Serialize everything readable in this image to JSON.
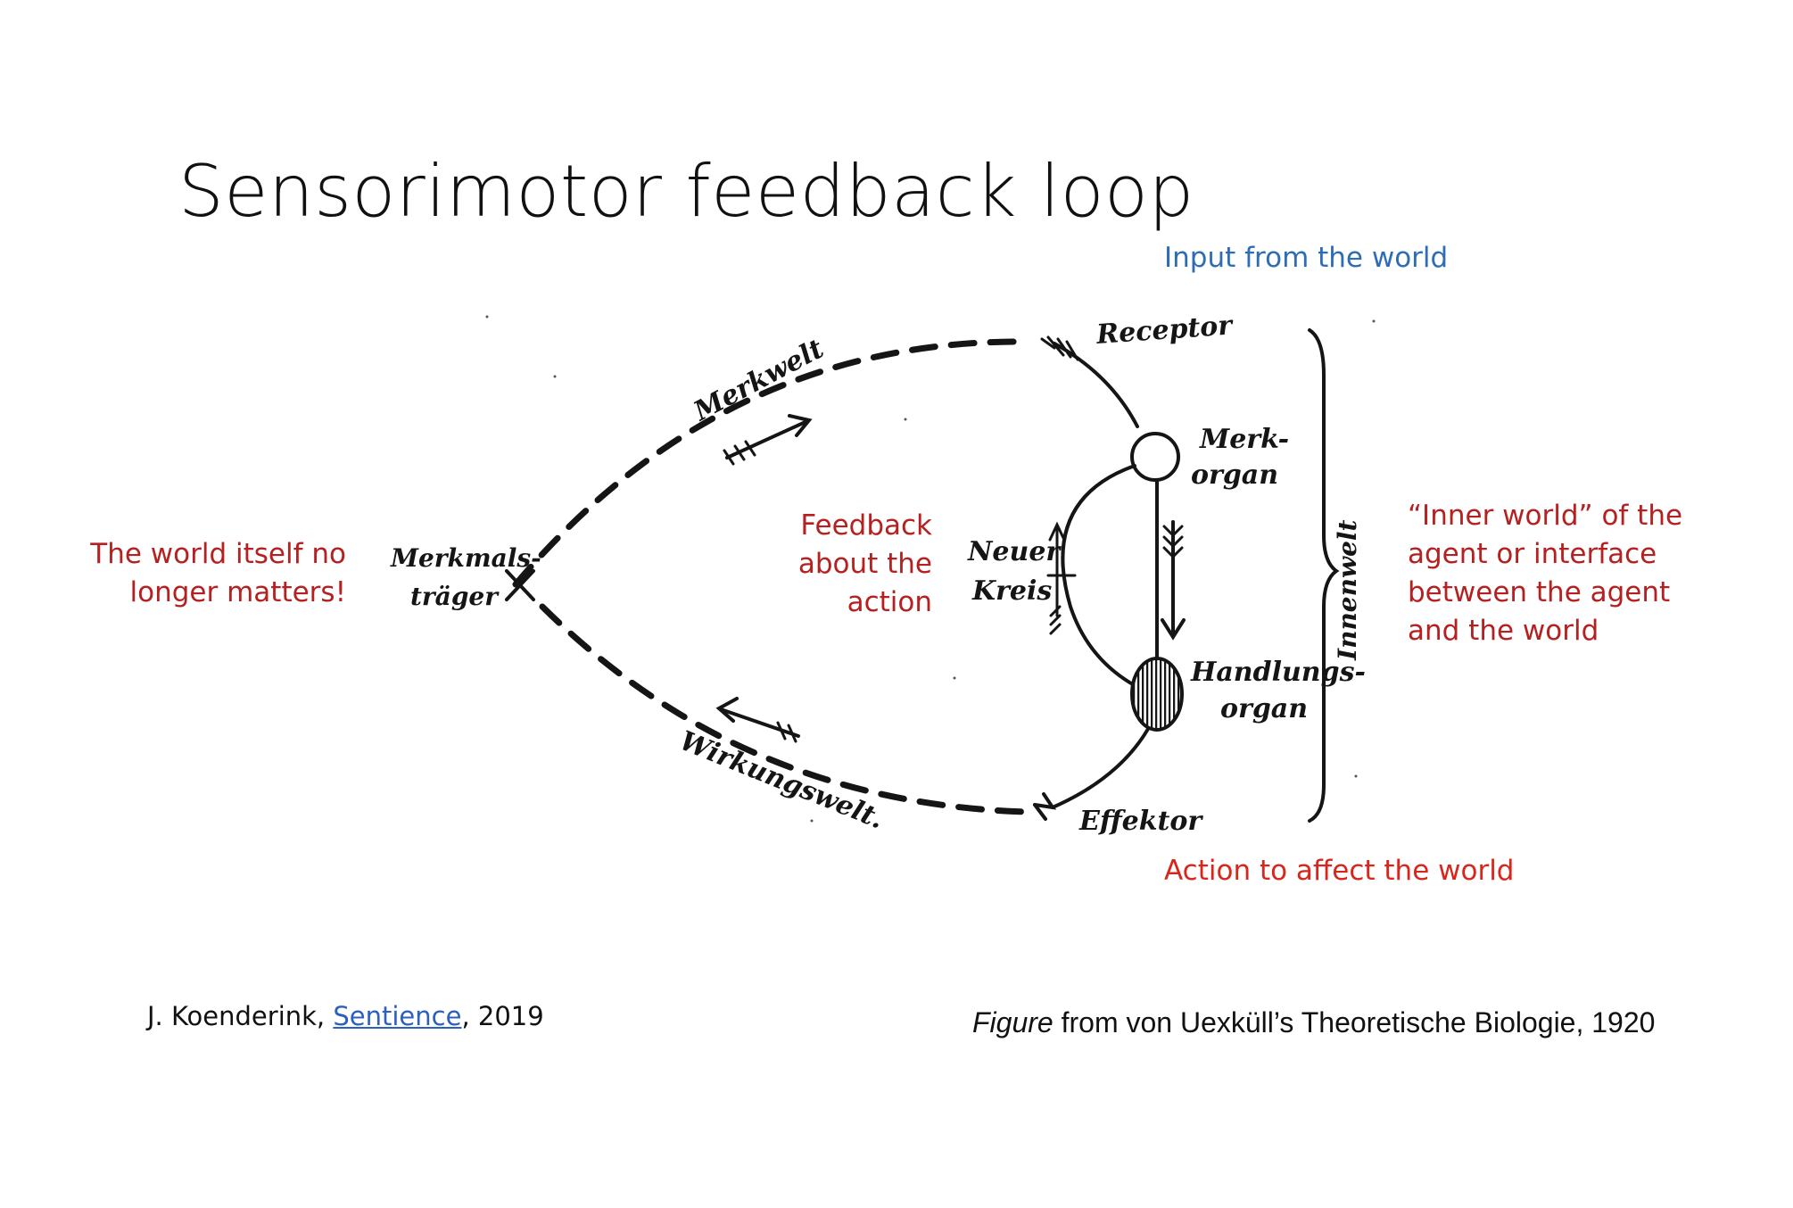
{
  "slide": {
    "title": "Sensorimotor feedback loop"
  },
  "annotations": {
    "input": "Input from the world",
    "world_line1": "The world itself no",
    "world_line2": "longer matters!",
    "feedback_line1": "Feedback",
    "feedback_line2": "about the",
    "feedback_line3": "action",
    "inner_line1": "“Inner world” of the",
    "inner_line2": "agent or interface",
    "inner_line3": "between the agent",
    "inner_line4": "and the world",
    "action": "Action to affect the world"
  },
  "citation": {
    "prefix": "J. Koenderink, ",
    "link_text": "Sentience",
    "suffix": ", 2019"
  },
  "figure_credit": {
    "italic": "Figure",
    "rest": " from von Uexküll’s Theoretische Biologie, 1920"
  },
  "diagram_labels": {
    "receptor": "Receptor",
    "merkwelt": "Merkwelt",
    "merk": "Merk-",
    "organ": "organ",
    "merkmals": "Merkmals-",
    "trager": "träger",
    "neuer": "Neuer",
    "kreis": "Kreis",
    "innenwelt": "Innenwelt",
    "handlungs": "Handlungs-",
    "organ2": "organ",
    "wirkungswelt": "Wirkungswelt.",
    "effektor": "Effektor"
  },
  "colors": {
    "blue": "#2e6db5",
    "red": "#b52020",
    "bright_red": "#d9261c",
    "link": "#2b5fc0"
  }
}
